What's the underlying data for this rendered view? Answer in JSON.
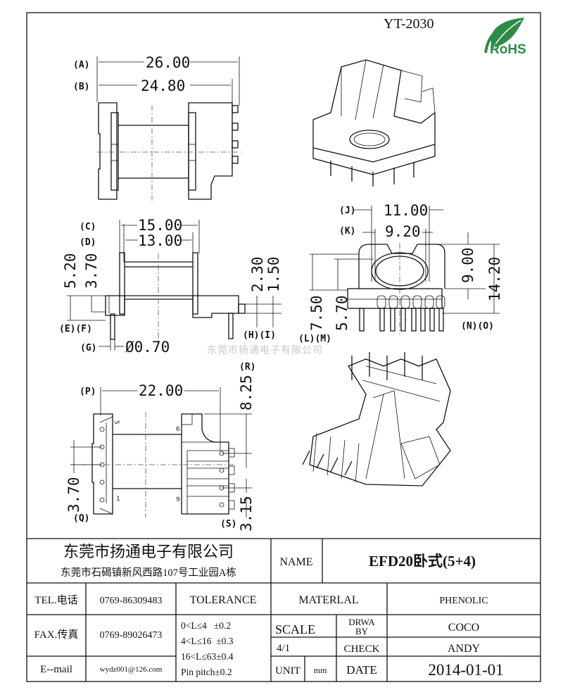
{
  "header": {
    "part_number": "YT-2030",
    "rohs_logo_text": "RoHS"
  },
  "watermark": "东莞市扬通电子有限公司",
  "views": {
    "top": {
      "A_label": "(A)",
      "A_value": "26.00",
      "B_label": "(B)",
      "B_value": "24.80"
    },
    "side": {
      "C_label": "(C)",
      "C_value": "15.00",
      "D_label": "(D)",
      "D_value": "13.00",
      "E_value": "5.20",
      "F_value": "3.70",
      "EF_label": "(E)(F)",
      "G_label": "(G)",
      "G_value": "Ø0.70",
      "H_value": "2.30",
      "I_value": "1.50",
      "HI_label": "(H)(I)"
    },
    "end": {
      "J_label": "(J)",
      "J_value": "11.00",
      "K_label": "(K)",
      "K_value": "9.20",
      "L_value": "7.50",
      "M_value": "5.70",
      "LM_label": "(L)(M)",
      "N_value": "9.00",
      "O_value": "14.20",
      "NO_label": "(N)(O)"
    },
    "bottom": {
      "P_label": "(P)",
      "P_value": "22.00",
      "R_label": "(R)",
      "R_value": "8.25",
      "Q_label": "(Q)",
      "Q_value": "3.70",
      "S_label": "(S)",
      "S_value": "3.15",
      "pin_5": "5",
      "pin_1": "1",
      "pin_6": "6",
      "pin_9": "9"
    }
  },
  "title_block": {
    "company_name": "东莞市扬通电子有限公司",
    "company_address": "东莞市石碣镇新风西路107号工业园A栋",
    "name_label": "NAME",
    "name_value": "EFD20卧式(5+4)",
    "tel_label": "TEL.电话",
    "tel_value": "0769-86309483",
    "fax_label": "FAX.传真",
    "fax_value": "0769-89026473",
    "email_label": "E--mail",
    "email_value": "wydz001@126.com",
    "tolerance_label": "TOLERANCE",
    "tolerance_rows": [
      "0<L≤4   ±0.2",
      "4<L≤16  ±0.3",
      "16<L≤63±0.4",
      "Pin pitch±0.2"
    ],
    "material_label": "MATERLAL",
    "material_value": "PHENOLIC",
    "scale_label": "SCALE",
    "scale_value": "4/1",
    "drawn_by_label_1": "DRWA",
    "drawn_by_label_2": "BY",
    "drawn_by_value": "COCO",
    "check_label": "CHECK",
    "check_value": "ANDY",
    "unit_label": "UNIT",
    "unit_value": "mm",
    "date_label": "DATE",
    "date_value": "2014-01-01"
  }
}
